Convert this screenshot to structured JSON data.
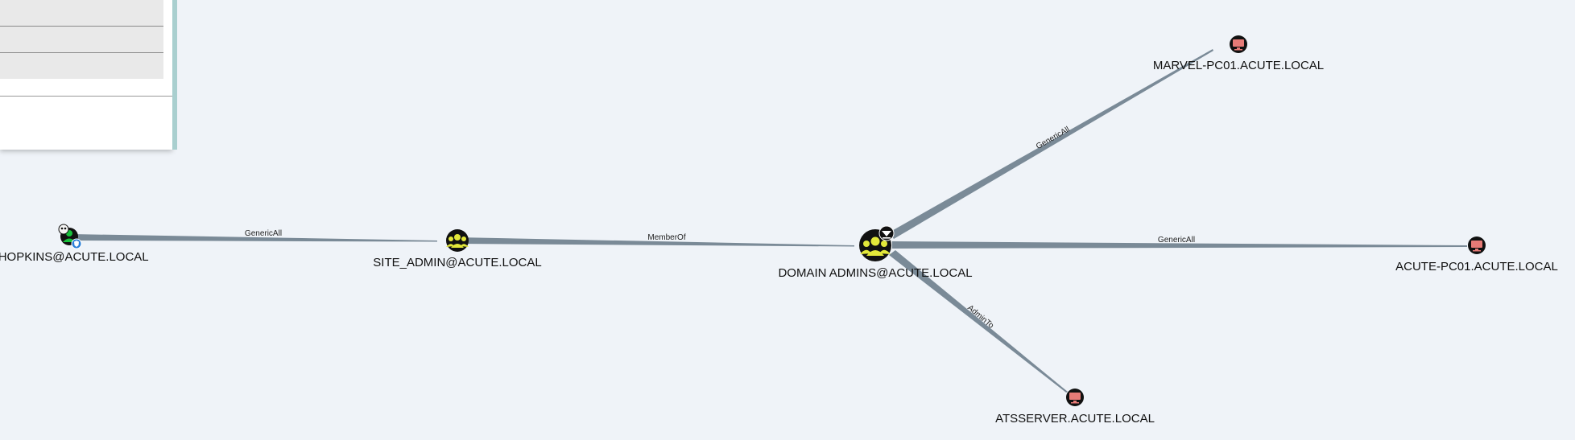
{
  "panel": {
    "rows": [
      "",
      "",
      ""
    ]
  },
  "colors": {
    "background": "#eff3f8",
    "edge": "#7a8a97",
    "group_fill": "#e3e83a",
    "group_bg": "#111111",
    "user_fill": "#17c13b",
    "computer_fill": "#e77b77"
  },
  "nodes": {
    "lhopkins": {
      "label": "LHOPKINS@ACUTE.LOCAL",
      "icon": "user-icon"
    },
    "site_admin": {
      "label": "SITE_ADMIN@ACUTE.LOCAL",
      "icon": "group-icon"
    },
    "domain_admins": {
      "label": "DOMAIN ADMINS@ACUTE.LOCAL",
      "icon": "group-icon"
    },
    "marvel_pc01": {
      "label": "MARVEL-PC01.ACUTE.LOCAL",
      "icon": "computer-icon"
    },
    "acute_pc01": {
      "label": "ACUTE-PC01.ACUTE.LOCAL",
      "icon": "computer-icon"
    },
    "atsserver": {
      "label": "ATSSERVER.ACUTE.LOCAL",
      "icon": "computer-icon"
    }
  },
  "edges": {
    "lhopkins_site_admin": "GenericAll",
    "site_admin_domain_admins": "MemberOf",
    "domain_admins_marvel": "GenericAll",
    "domain_admins_acute_pc01": "GenericAll",
    "domain_admins_atsserver": "AdminTo"
  }
}
